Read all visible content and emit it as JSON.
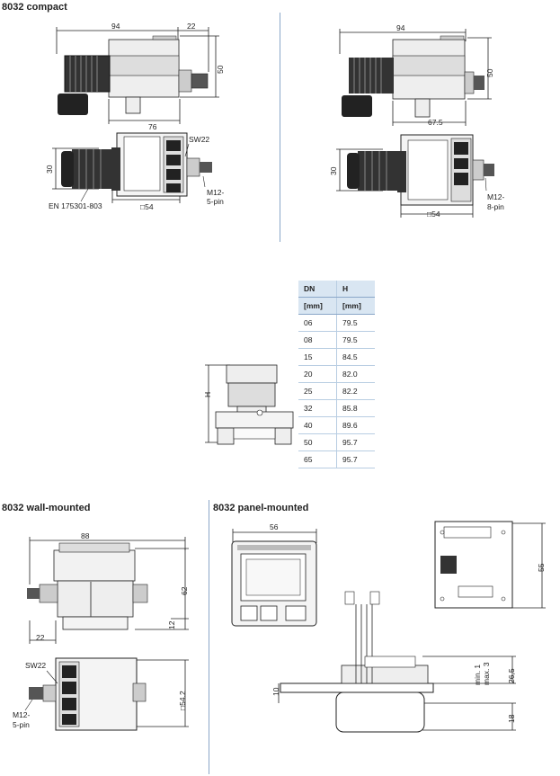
{
  "sections": {
    "compact": "8032 compact",
    "wall": "8032 wall-mounted",
    "panel": "8032 panel-mounted"
  },
  "compact_left": {
    "dim_94": "94",
    "dim_22": "22",
    "dim_50": "50",
    "dim_76": "76",
    "dim_30": "30",
    "sw22": "SW22",
    "m12": "M12-",
    "m12_pin": "5-pin",
    "en": "EN 175301-803",
    "sq54": "□54"
  },
  "compact_right": {
    "dim_94": "94",
    "dim_50": "50",
    "dim_675": "67.5",
    "dim_30": "30",
    "m12": "M12-",
    "m12_pin": "8-pin",
    "sq54": "□54"
  },
  "center": {
    "h_label": "H"
  },
  "table": {
    "col1": "DN",
    "col1_unit": "[mm]",
    "col2": "H",
    "col2_unit": "[mm]",
    "rows": [
      [
        "06",
        "79.5"
      ],
      [
        "08",
        "79.5"
      ],
      [
        "15",
        "84.5"
      ],
      [
        "20",
        "82.0"
      ],
      [
        "25",
        "82.2"
      ],
      [
        "32",
        "85.8"
      ],
      [
        "40",
        "89.6"
      ],
      [
        "50",
        "95.7"
      ],
      [
        "65",
        "95.7"
      ]
    ]
  },
  "wall": {
    "dim_88": "88",
    "dim_62": "62",
    "dim_12": "12",
    "dim_22": "22",
    "sw22": "SW22",
    "sq542": "□54.2",
    "m12": "M12-",
    "m12_pin": "5-pin"
  },
  "panel": {
    "dim_56": "56",
    "dim_55": "55",
    "dim_10": "10",
    "min1": "min. 1",
    "max3": "max. 3",
    "dim_265": "26,5",
    "dim_18": "18"
  }
}
